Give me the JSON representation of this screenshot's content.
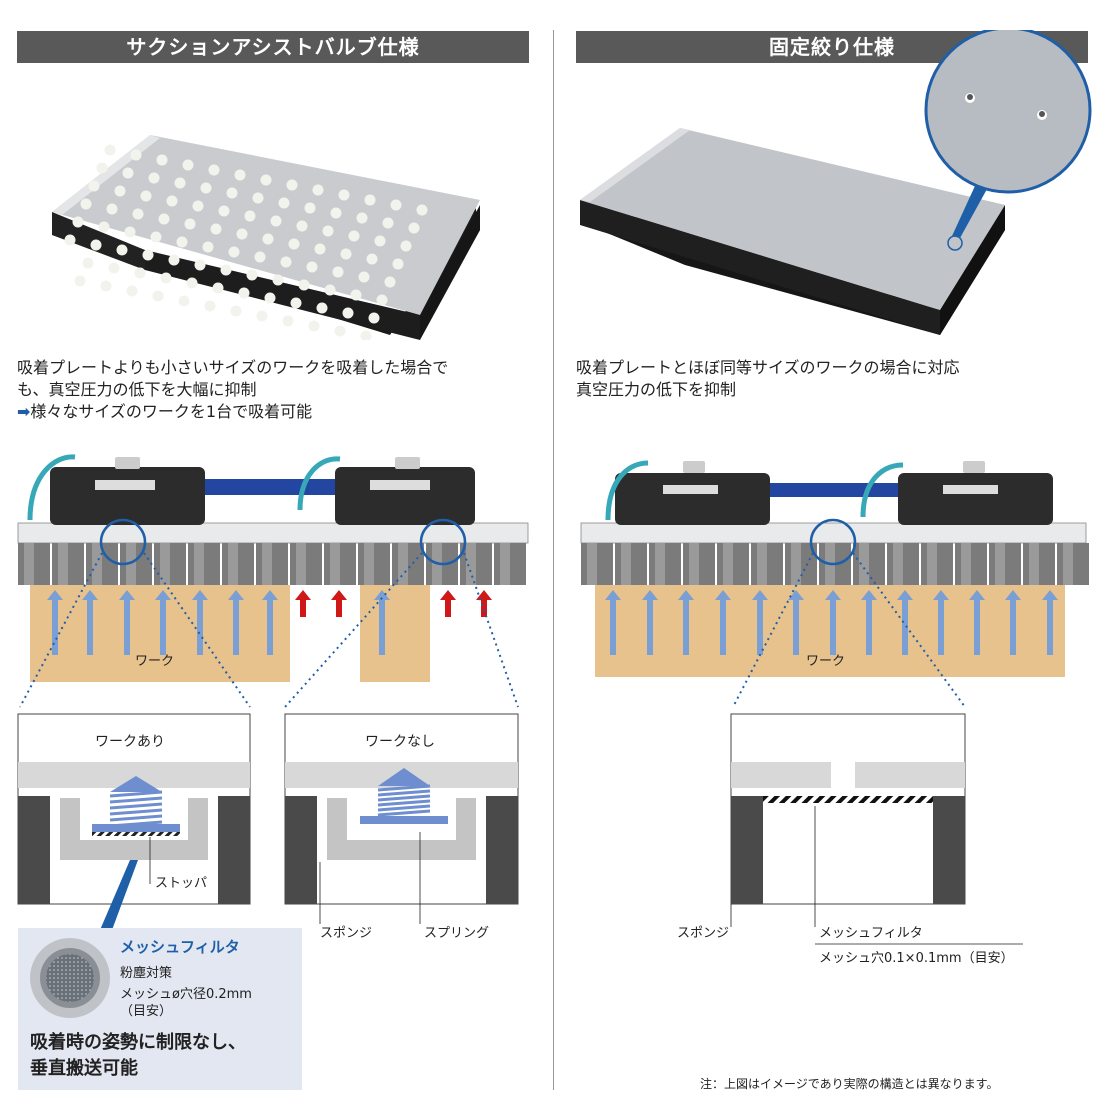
{
  "left": {
    "header": "サクションアシストバルブ仕様",
    "description": [
      "吸着プレートよりも小さいサイズのワークを吸着した場合で",
      "も、真空圧力の低下を大幅に抑制"
    ],
    "arrow_text": "様々なサイズのワークを1台で吸着可能",
    "work_label": "ワーク",
    "panel_with_work": "ワークあり",
    "panel_without_work": "ワークなし",
    "stopper_label": "ストッパ",
    "sponge_label": "スポンジ",
    "spring_label": "スプリング",
    "mesh": {
      "title": "メッシュフィルタ",
      "line1": "粉塵対策",
      "line2": "メッシュø穴径0.2mm",
      "line3": "（目安）",
      "big1": "吸着時の姿勢に制限なし、",
      "big2": "垂直搬送可能"
    }
  },
  "right": {
    "header": "固定絞り仕様",
    "description": [
      "吸着プレートとほぼ同等サイズのワークの場合に対応",
      "真空圧力の低下を抑制"
    ],
    "work_label": "ワーク",
    "sponge_label": "スポンジ",
    "mesh_label": "メッシュフィルタ",
    "mesh_spec": "メッシュ穴0.1×0.1mm（目安）"
  },
  "footnote": "注：上図はイメージであり実際の構造とは異なります。",
  "colors": {
    "header_bg": "#595959",
    "arrow_blue": "#7a9fd4",
    "arrow_red": "#d01818",
    "work_tan": "#e7c28d",
    "accent_blue": "#1e5fa8",
    "spring_blue": "#6e8ed0",
    "mesh_box_bg": "#e3e7f1"
  }
}
